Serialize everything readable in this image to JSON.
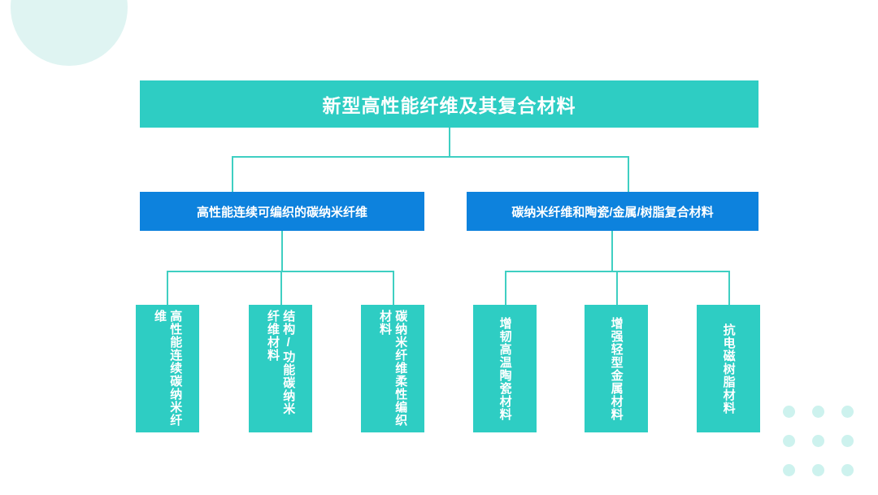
{
  "diagram": {
    "title": "新型高性能纤维及其复合材料",
    "root": {
      "label": "新型高性能纤维及其复合材料",
      "color": "#2ecdc3"
    },
    "branches": [
      {
        "label": "高性能连续可编织的碳纳米纤维",
        "color": "#0d82dd",
        "children": [
          {
            "label": "高性能连续碳纳米纤维",
            "color": "#2ecdc3"
          },
          {
            "label": "结构/功能碳纳米纤维材料",
            "color": "#2ecdc3"
          },
          {
            "label": "碳纳米纤维柔性编织材料",
            "color": "#2ecdc3"
          }
        ]
      },
      {
        "label": "碳纳米纤维和陶瓷/金属/树脂复合材料",
        "color": "#0d82dd",
        "children": [
          {
            "label": "增韧高温陶瓷材料",
            "color": "#2ecdc3"
          },
          {
            "label": "增强轻型金属材料",
            "color": "#2ecdc3"
          },
          {
            "label": "抗电磁树脂材料",
            "color": "#2ecdc3"
          }
        ]
      }
    ],
    "decoration": {
      "circle_color": "#dff4f2",
      "dot_color": "#cdf2ee",
      "dot_rows": 3,
      "dot_cols": 3
    },
    "connector_color": "#3fcfc2",
    "background": "#ffffff"
  }
}
